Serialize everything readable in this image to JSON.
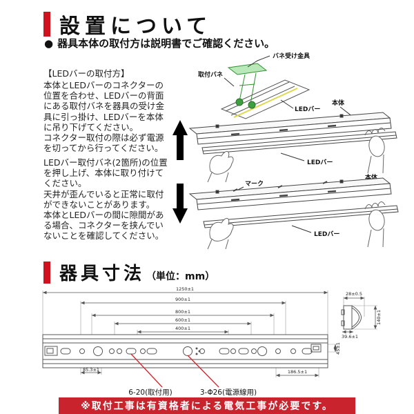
{
  "colors": {
    "accent_red": "#d0121f",
    "banner_red": "#c9232e",
    "diagram_green": "#3f9e3f",
    "leader_red": "#d3232a"
  },
  "install": {
    "title": "設置について",
    "bullet": "●",
    "note": "器具本体の取付方は説明書でご確認ください。",
    "subheading": "【LEDバーの取付方】",
    "para1": "本体とLEDバーのコネクターの\n位置を合わせ、LEDバーの背面\nにある取付バネを器具の受け金\n具に引っ掛け、LEDバーを本体\nに吊り下げてください。\nコネクター取付の際は必ず電源\nを切ってから行ってください。",
    "para2": "LEDバー取付バネ(2箇所)の位置\nを押し上げ、本体に取り付けて\nください。\n天井が歪んでいると正常に取付\nができないことがあります。\n本体とLEDバーの間に隙間があ\nる場合、コネクターを挟んでい\nないことを確認してください。",
    "labels": {
      "spring_bracket": "バネ受け金具",
      "mount_spring": "取付バネ",
      "led_bar": "LEDバー",
      "body": "本体",
      "mark": "マーク"
    }
  },
  "dimensions": {
    "title": "器具寸法",
    "unit": "（単位：mm）",
    "dims": {
      "total_length": "1250±1",
      "pitch_900": "900±1",
      "pitch_800": "800±1",
      "pitch_600": "600±1",
      "pitch_400": "400±1",
      "left_offset": "85.3±1",
      "right_offset": "186.5±1",
      "bracket_height": "45±1",
      "section_depth": "28±0.5",
      "section_width": "140±1",
      "section_flat": "39.6±1"
    },
    "holes": {
      "mounting": "6-20(取付用)",
      "power": "3-Φ26(電源線用)"
    }
  },
  "footer": {
    "warning": "※取付工事は有資格者による電気工事が必要です。"
  }
}
